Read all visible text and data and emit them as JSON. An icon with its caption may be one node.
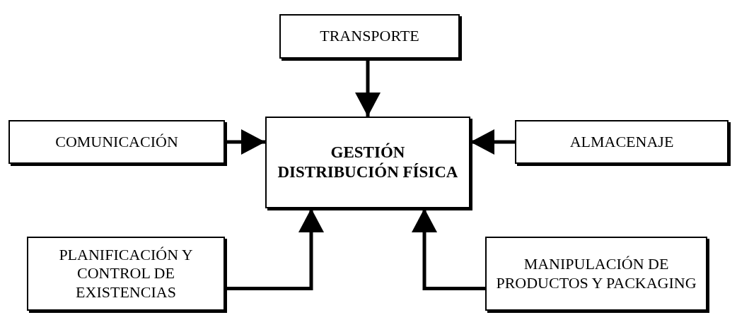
{
  "diagram": {
    "nodes": [
      {
        "text": [
          "TRANSPORTE"
        ]
      },
      {
        "text": [
          "COMUNICACIÓN"
        ]
      },
      {
        "text": [
          "GESTIÓN DISTRIBUCIÓN FÍSICA"
        ]
      },
      {
        "text": [
          "ALMACENAJE"
        ]
      },
      {
        "text": [
          "PLANIFICACIÓN Y CONTROL DE EXISTENCIAS"
        ]
      },
      {
        "text": [
          "MANIPULACIÓN DE PRODUCTOS Y PACKAGING"
        ]
      }
    ],
    "edges": [
      {
        "from": 0,
        "to": 2,
        "arrow": "to"
      },
      {
        "from": 1,
        "to": 2,
        "arrow": "to"
      },
      {
        "from": 3,
        "to": 2,
        "arrow": "to"
      },
      {
        "from": 4,
        "to": 2,
        "arrow": "to"
      },
      {
        "from": 5,
        "to": 2,
        "arrow": "to"
      }
    ]
  }
}
